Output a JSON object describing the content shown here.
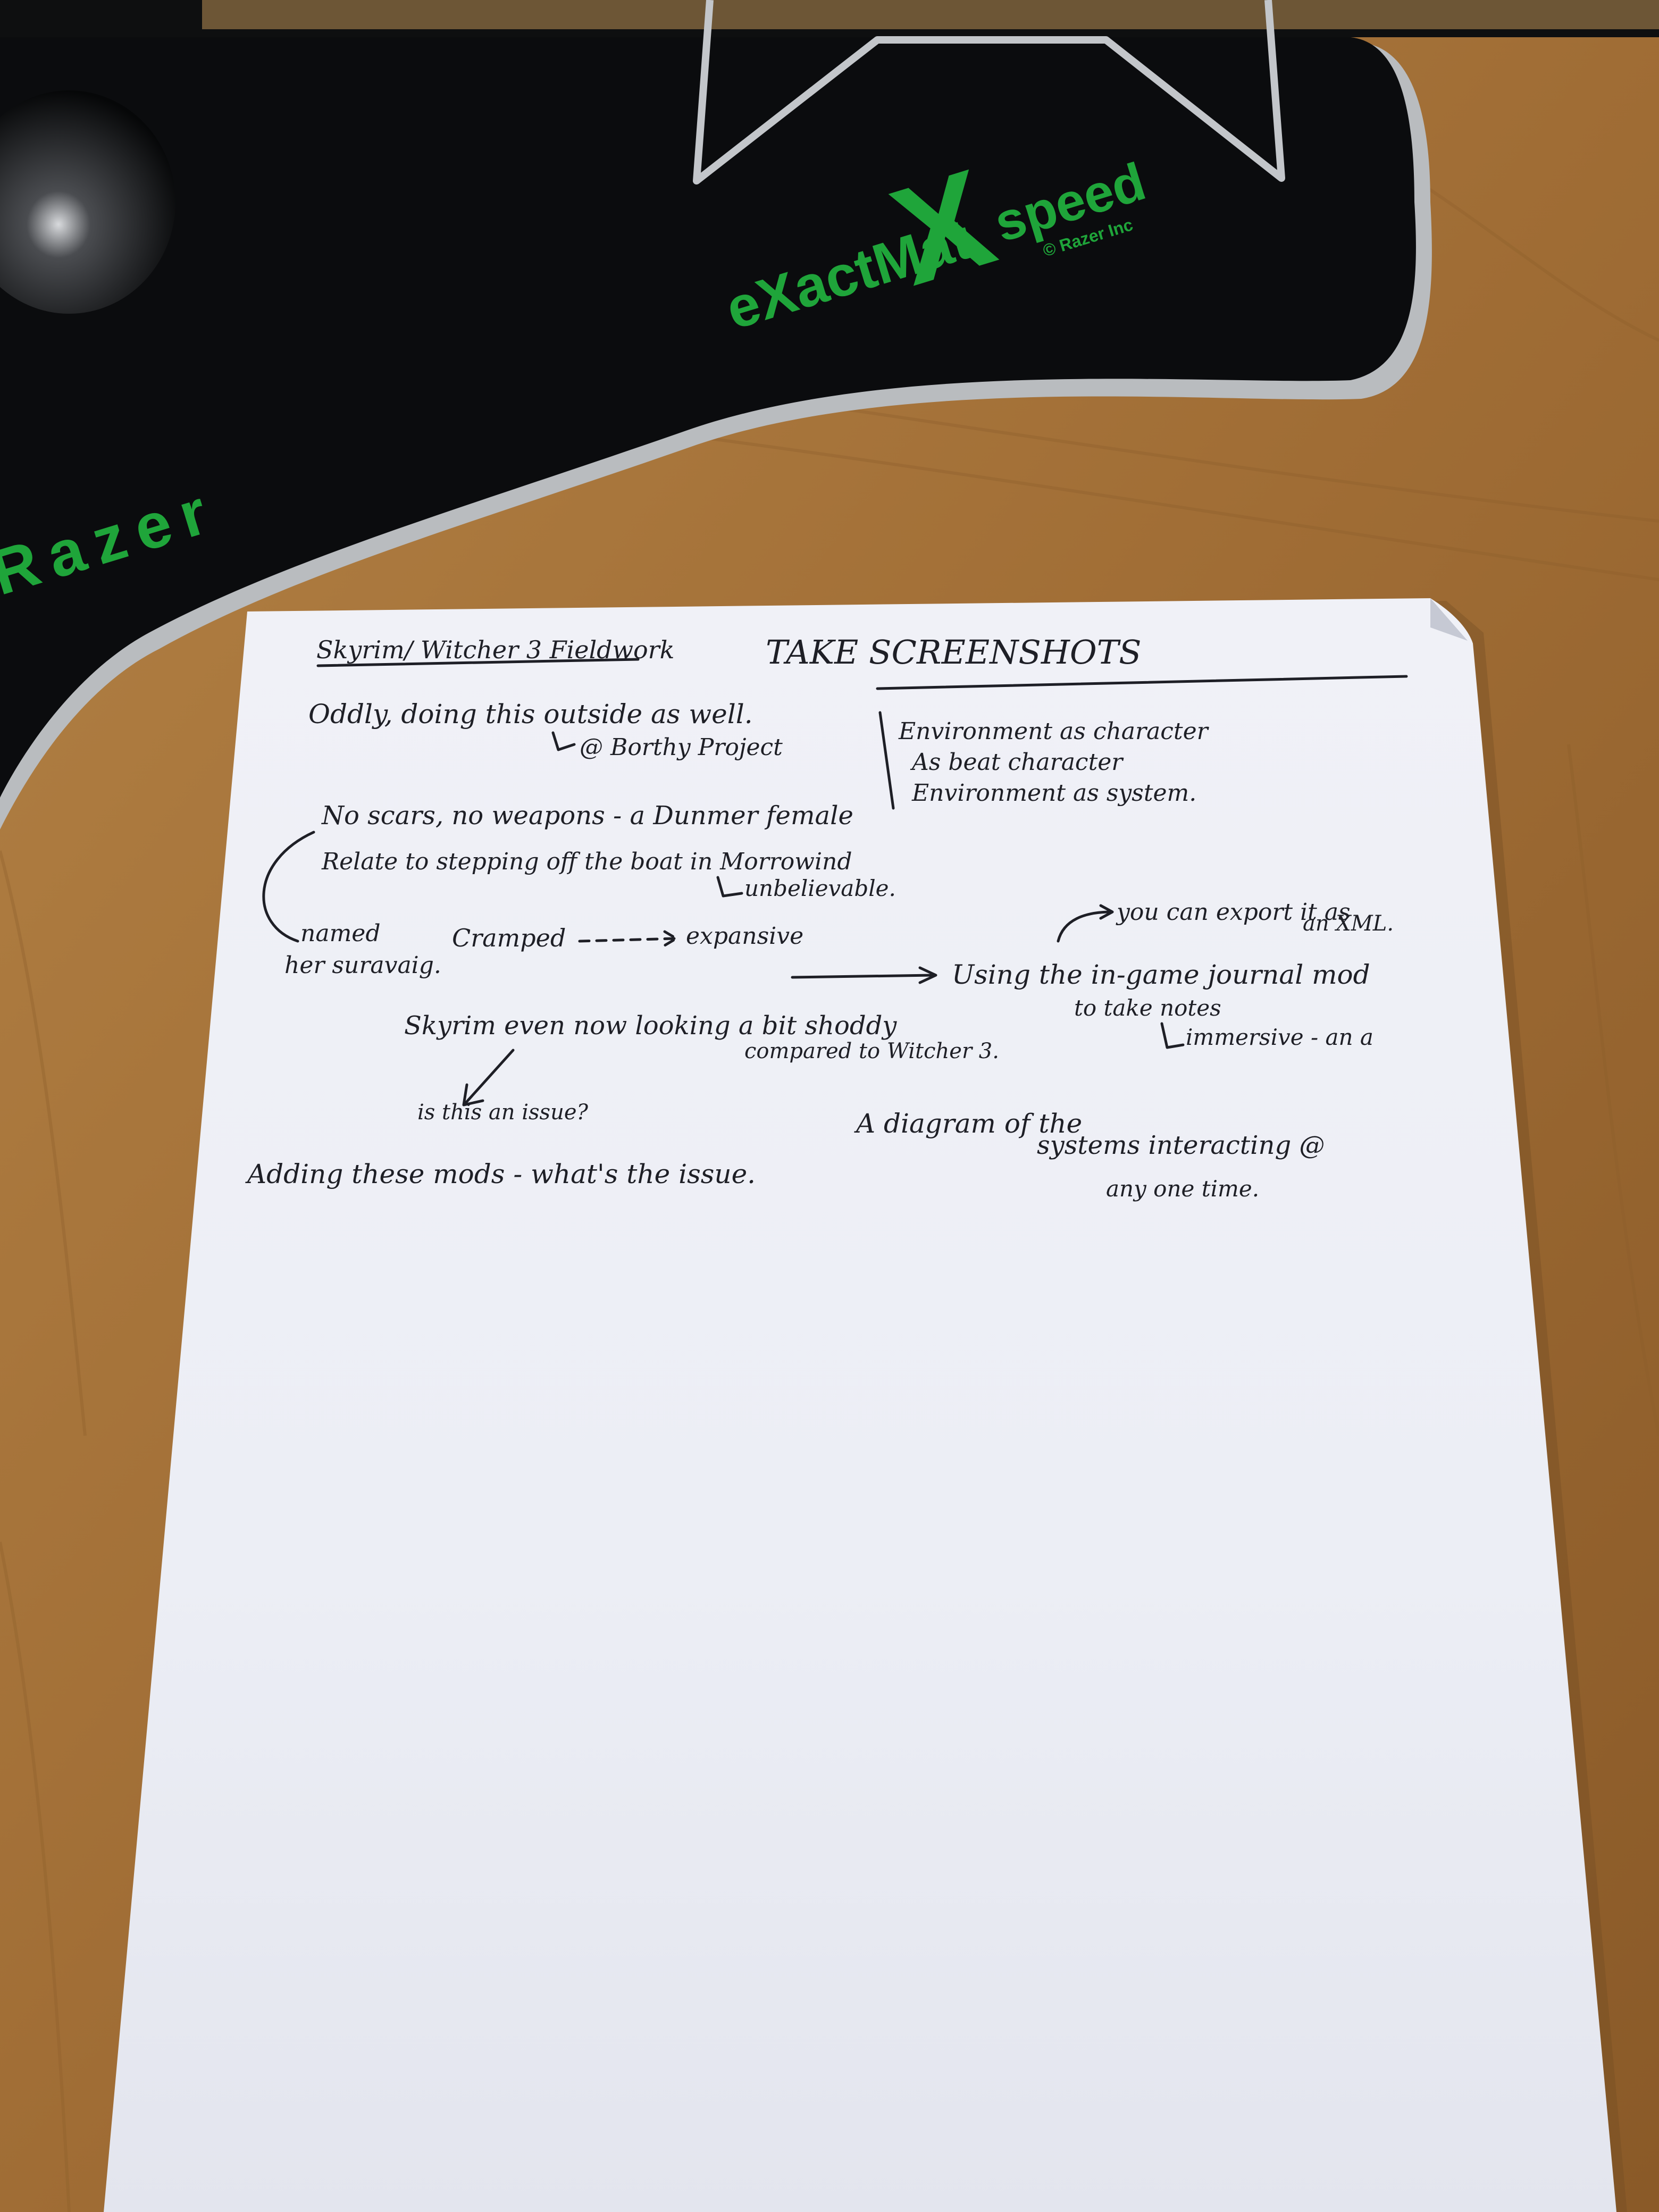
{
  "colors": {
    "desk": "#a8773e",
    "desk_dark": "#7f5527",
    "mat": "#0b0c0e",
    "mat_rim": "#b9bcbf",
    "razer_green": "#1fa53a",
    "paper": "#f2f3f8",
    "ink": "#1e1f26"
  },
  "mousepad": {
    "product_name": "eXactMat",
    "product_suffix": "speed",
    "brand_logo": "Razer",
    "copyright": "© Razer Inc"
  },
  "note": {
    "heading": "Skyrim/ Witcher 3 Fieldwork",
    "reminder": "TAKE SCREENSHOTS",
    "boxed_points": [
      "Environment as character",
      "As beat character",
      "Environment as system."
    ],
    "oddly": "Oddly, doing this outside as well.",
    "borthy": "@ Borthy Project",
    "no_scars": "No scars, no weapons - a Dunmer female",
    "relate": "Relate to stepping off the boat in Morrowind",
    "unbelievable": "unbelievable.",
    "named": "named",
    "her_name": "her suravaig.",
    "cramped": "Cramped",
    "expansive": "expansive",
    "export": "you can export it as",
    "xml": "an XML.",
    "using": "Using the in-game journal mod",
    "take_notes": "to take notes",
    "immersive": "immersive - an a",
    "skyrim_shoddy": "Skyrim even now looking a bit shoddy",
    "compared": "compared to Witcher 3.",
    "is_issue": "is this an issue?",
    "diagram": "A diagram of the",
    "systems": "systems interacting @",
    "any_one_time": "any one time.",
    "adding_mods": "Adding these mods - what's the issue."
  }
}
